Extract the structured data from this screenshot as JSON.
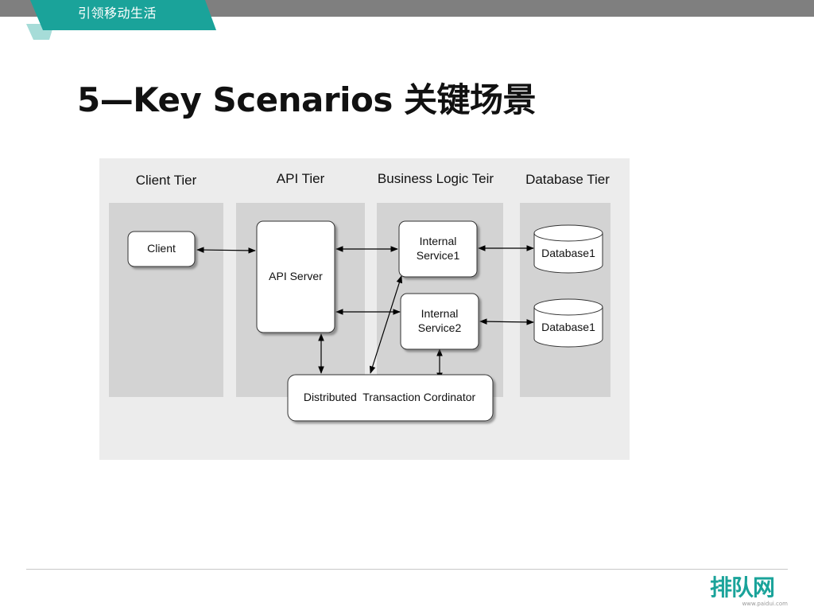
{
  "header": {
    "ribbon_text": "引领移动生活"
  },
  "slide": {
    "title": "5—Key Scenarios 关键场景"
  },
  "diagram": {
    "tiers": {
      "client": "Client Tier",
      "api": "API Tier",
      "business": "Business Logic Teir",
      "database": "Database Tier"
    },
    "nodes": {
      "client": "Client",
      "api_server": "API Server",
      "internal1_line1": "Internal",
      "internal1_line2": "Service1",
      "internal2_line1": "Internal",
      "internal2_line2": "Service2",
      "database1_top": "Database1",
      "database1_bottom": "Database1",
      "coordinator": "Distributed  Transaction Cordinator"
    }
  },
  "footer": {
    "logo_text": "排队网",
    "logo_url": "www.paidui.com"
  },
  "colors": {
    "top_bar": "#7f7f7f",
    "ribbon": "#1aa39a",
    "ribbon_light": "#a6dcd8",
    "diagram_bg": "#ececec",
    "tier_bg": "#d3d3d3"
  }
}
